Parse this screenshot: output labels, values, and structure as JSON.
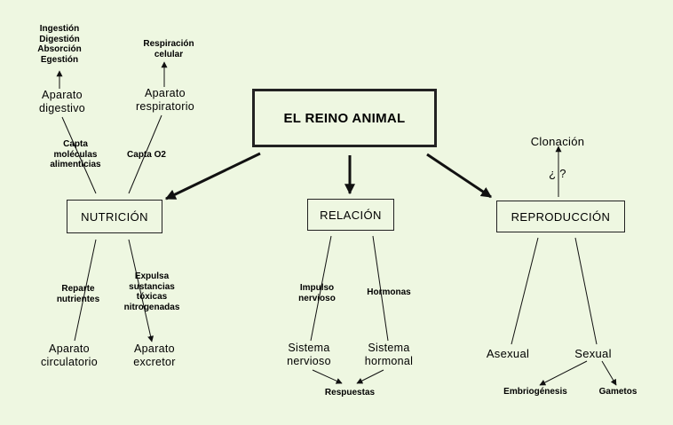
{
  "main_title": "EL REINO ANIMAL",
  "branches": {
    "nutricion": "NUTRICIÓN",
    "relacion": "RELACIÓN",
    "reproduccion": "REPRODUCCIÓN"
  },
  "nutricion": {
    "top_left_label": "Capta\nmoléculas\nalimenticias",
    "top_left_node": "Aparato\ndigestivo",
    "top_left_functions": "Ingestión\nDigestión\nAbsorción\nEgestión",
    "top_right_label": "Capta O2",
    "top_right_node": "Aparato\nrespiratorio",
    "top_right_function": "Respiración\ncelular",
    "bottom_left_label": "Reparte\nnutrientes",
    "bottom_left_node": "Aparato\ncirculatorio",
    "bottom_right_label": "Expulsa\nsustancias\ntóxicas\nnitrogenadas",
    "bottom_right_node": "Aparato\nexcretor"
  },
  "relacion": {
    "left_label": "Impulso\nnervioso",
    "left_node": "Sistema\nnervioso",
    "right_label": "Hormonas",
    "right_node": "Sistema\nhormonal",
    "result": "Respuestas"
  },
  "reproduccion": {
    "question": "¿ ?",
    "top_node": "Clonación",
    "left_node": "Asexual",
    "right_node": "Sexual",
    "sexual_left": "Embriogénesis",
    "sexual_right": "Gametos"
  }
}
